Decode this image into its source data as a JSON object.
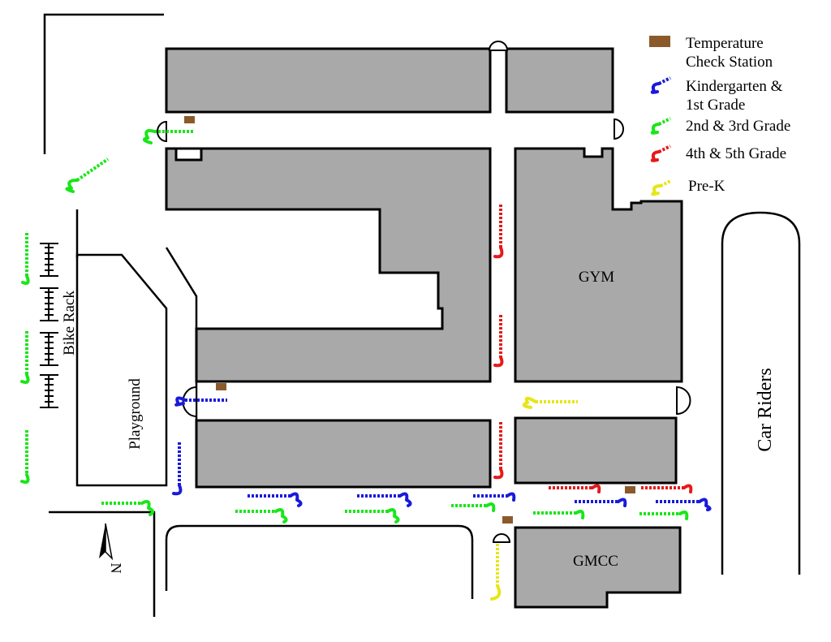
{
  "legend": {
    "items": [
      {
        "label_lines": [
          "Temperature",
          "Check Station"
        ],
        "marker": "square",
        "color": "#8b5a2b"
      },
      {
        "label_lines": [
          "Kindergarten &",
          "1st Grade"
        ],
        "marker": "line",
        "color": "#1a1adb"
      },
      {
        "label_lines": [
          "2nd & 3rd Grade"
        ],
        "marker": "line",
        "color": "#19e619"
      },
      {
        "label_lines": [
          "4th & 5th Grade"
        ],
        "marker": "line",
        "color": "#e61919"
      },
      {
        "label_lines": [
          "Pre-K"
        ],
        "marker": "line",
        "color": "#e6e619"
      }
    ]
  },
  "labels": {
    "gym": "GYM",
    "gmcc": "GMCC",
    "playground": "Playground",
    "bike_rack": "Bike Rack",
    "car_riders": "Car Riders",
    "north_arrow": "N"
  },
  "colors": {
    "building": "#a9a9a9",
    "kindergarten_1st": "#1a1adb",
    "grade_2_3": "#19e619",
    "grade_4_5": "#e61919",
    "pre_k": "#e6e619",
    "temperature_station": "#8b5a2b"
  },
  "icons": {
    "north_arrow": "north-arrow-icon",
    "bike_rack": "bike-rack-icon"
  }
}
